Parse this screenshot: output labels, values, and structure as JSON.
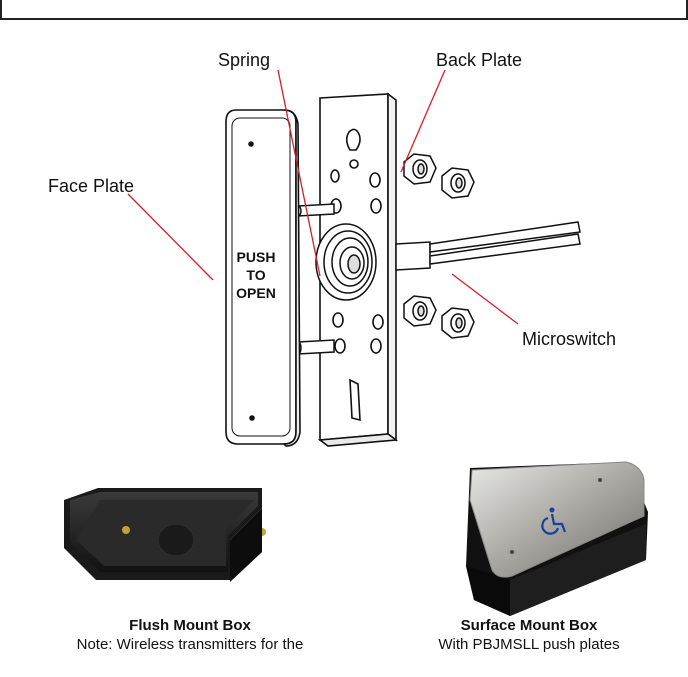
{
  "diagram": {
    "labels": {
      "spring": "Spring",
      "back_plate": "Back Plate",
      "face_plate": "Face Plate",
      "microswitch": "Microswitch"
    },
    "plate_text": [
      "PUSH",
      "TO",
      "OPEN"
    ],
    "leader_color": "#d0202a"
  },
  "products": [
    {
      "title": "Flush Mount Box",
      "note": "Note: Wireless transmitters for the"
    },
    {
      "title": "Surface Mount Box",
      "note": "With PBJMSLL push plates"
    }
  ]
}
